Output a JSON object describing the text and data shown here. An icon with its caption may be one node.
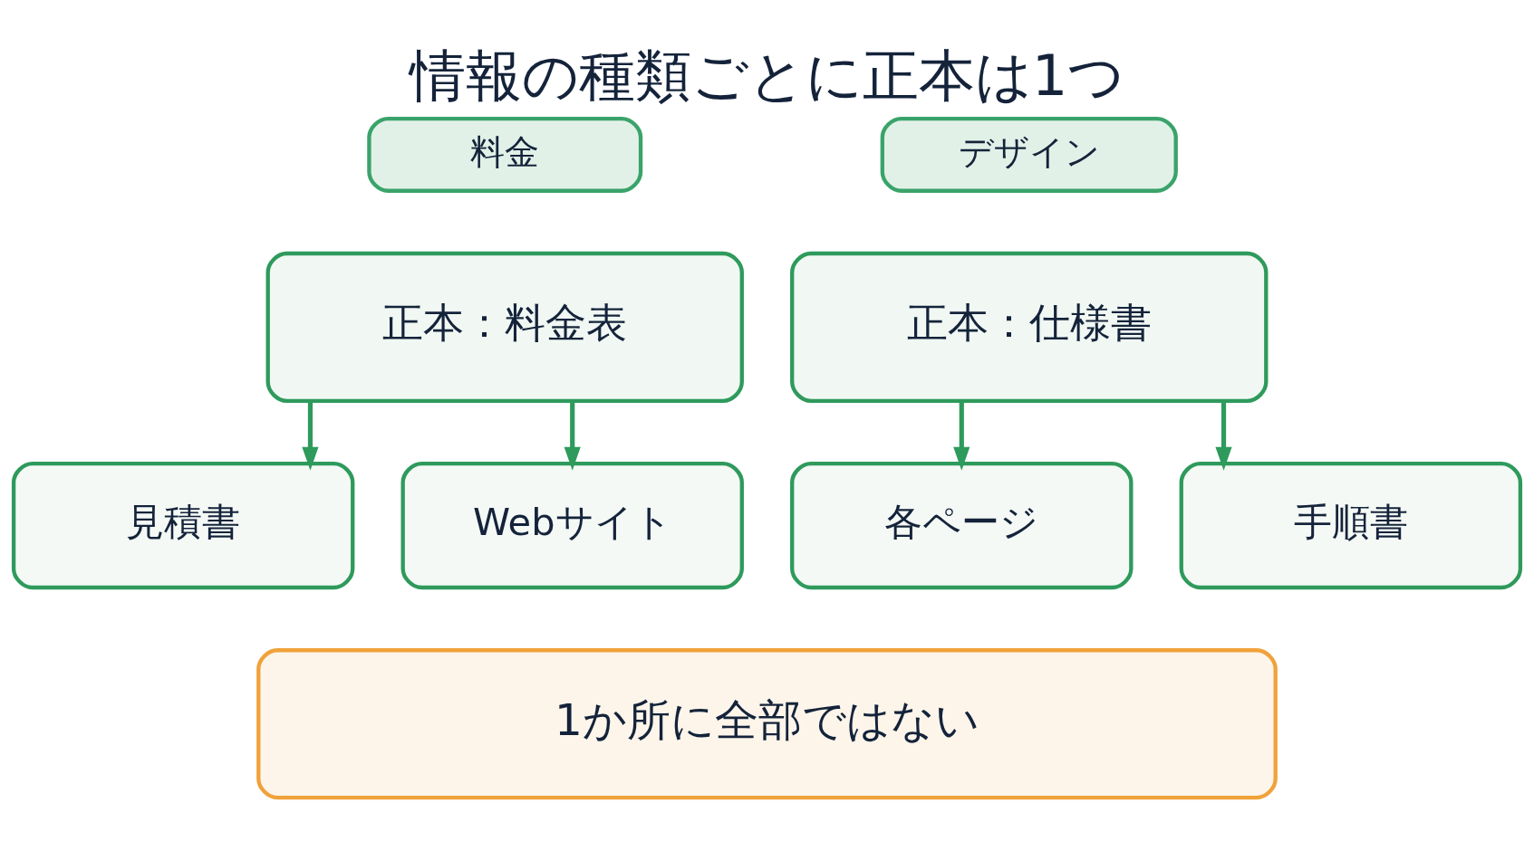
{
  "diagram": {
    "title": "情報の種類ごとに正本は1つ",
    "nodes": [
      {
        "text": [
          "料金"
        ]
      },
      {
        "text": [
          "正本：料金表"
        ]
      },
      {
        "text": [
          "見積書"
        ]
      },
      {
        "text": [
          "Webサイト"
        ]
      },
      {
        "text": [
          "デザイン"
        ]
      },
      {
        "text": [
          "正本：仕様書"
        ]
      },
      {
        "text": [
          "各ページ"
        ]
      },
      {
        "text": [
          "手順書"
        ]
      },
      {
        "text": [
          "1か所に全部ではない"
        ]
      }
    ],
    "edges": [
      {
        "from": 1,
        "to": 2,
        "arrow": "to"
      },
      {
        "from": 1,
        "to": 3,
        "arrow": "to"
      },
      {
        "from": 5,
        "to": 6,
        "arrow": "to"
      },
      {
        "from": 5,
        "to": 7,
        "arrow": "to"
      }
    ]
  }
}
